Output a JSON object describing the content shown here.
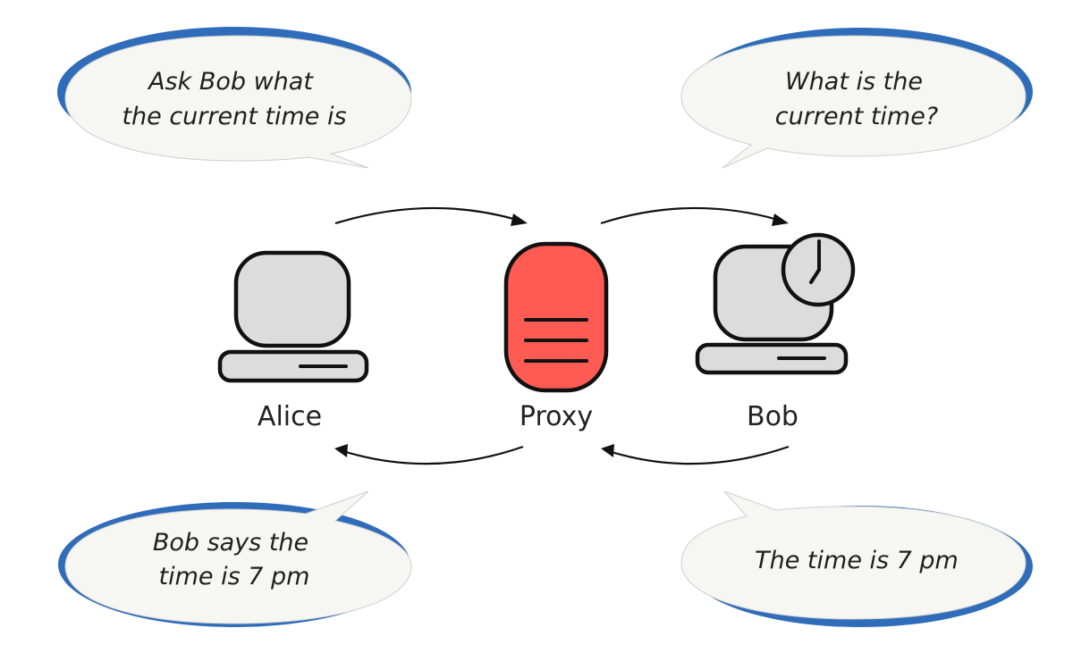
{
  "colors": {
    "bubble_fill": "#f6f6f3",
    "bubble_shadow": "#2f6cba",
    "device_fill": "#dcdcdc",
    "proxy_fill": "#fe5b52",
    "outline": "#111111"
  },
  "nodes": {
    "alice": {
      "label": "Alice",
      "icon": "computer-icon"
    },
    "proxy": {
      "label": "Proxy",
      "icon": "server-icon"
    },
    "bob": {
      "label": "Bob",
      "icon": "computer-with-clock-icon"
    }
  },
  "bubbles": {
    "alice_request": {
      "lines": [
        "Ask Bob what",
        "the current time is"
      ]
    },
    "proxy_request": {
      "lines": [
        "What is the",
        "current time?"
      ]
    },
    "proxy_reply": {
      "lines": [
        "Bob says the",
        "time is 7 pm"
      ]
    },
    "bob_reply": {
      "lines": [
        "The time is 7 pm"
      ]
    }
  },
  "arrows": [
    {
      "from": "Alice",
      "to": "Proxy"
    },
    {
      "from": "Proxy",
      "to": "Bob"
    },
    {
      "from": "Bob",
      "to": "Proxy"
    },
    {
      "from": "Proxy",
      "to": "Alice"
    }
  ]
}
